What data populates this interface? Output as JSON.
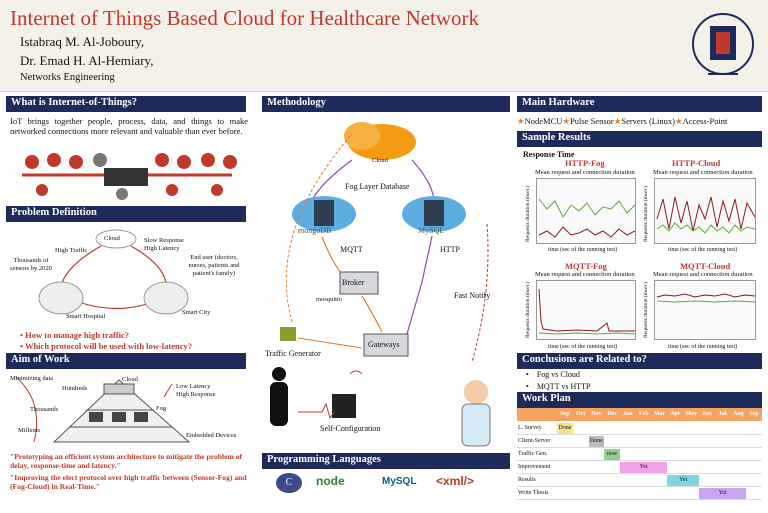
{
  "header": {
    "title": "Internet of Things Based Cloud for Healthcare Network",
    "authors": [
      "Istabraq M. Al-Joboury,",
      "Dr. Emad H. Al-Hemiary,"
    ],
    "department": "Networks Engineering"
  },
  "sections": {
    "iot": {
      "heading": "What is Internet-of-Things?",
      "body": "IoT brings together people, process, data, and things to make networked connections more relevant and valuable than ever before."
    },
    "problem": {
      "heading": "Problem Definition",
      "labels": {
        "cloud": "Cloud",
        "slow": "Slow Response",
        "high_latency": "High Latency",
        "high_traffic": "High Traffic",
        "sensors": "Thousands of sensors by 2020",
        "end_user": "End user (doctors, nurses, patients and patient's family)",
        "smart_hospital": "Smart Hospital",
        "smart_city": "Smart City"
      },
      "questions": [
        "How to manage high traffic?",
        "Which protocol will be used with low-latency?"
      ]
    },
    "aim": {
      "heading": "Aim of  Work",
      "labels": {
        "minimizing": "Minimizing data",
        "hundreds": "Hundreds",
        "thousands": "Thousands",
        "millions": "Millions",
        "cloud": "Cloud",
        "low_latency": "Low Latency",
        "high_response": "High Response",
        "fog": "Fog",
        "embedded": "Embedded Devices"
      },
      "quote1": "\"Prototyping an efficient system architecture to mitigate the problem of delay, response-time and latency.\"",
      "quote2": "\"Improving the elect protocol over high traffic between (Sensor-Fog) and (Fog-Cloud) in Real-Time.\""
    },
    "methodology": {
      "heading": "Methodology",
      "labels": {
        "cloud": "Cloud",
        "fog_db": "Fog Layer Database",
        "mongo": "mongoDB",
        "mysql": "MySQL",
        "mqtt": "MQTT",
        "http": "HTTP",
        "broker": "Broker",
        "mosquitto": "mosquitto",
        "fast_notify": "Fast Notify",
        "gateways": "Gateways",
        "traffic_gen": "Traffic Generator",
        "self_config": "Self-Configuration"
      }
    },
    "languages": {
      "heading": "Programming Languages",
      "items": [
        "C",
        "node",
        "MySQL",
        "<xml/>"
      ]
    },
    "hardware": {
      "heading": "Main Hardware",
      "items": [
        "NodeMCU",
        "Pulse Sensor",
        "Servers (Linux)",
        "Access-Point"
      ]
    },
    "results": {
      "heading": "Sample Results",
      "subheading": "Response Time",
      "charts": [
        {
          "title": "HTTP-Fog",
          "subtitle": "Mean request and connection duration",
          "ylabel": "Requests duration (msec)",
          "xlabel": "time (sec of the running test)"
        },
        {
          "title": "HTTP-Cloud",
          "subtitle": "Mean request and connection duration",
          "ylabel": "Requests duration (msec)",
          "xlabel": "time (sec of the running test)"
        },
        {
          "title": "MQTT-Fog",
          "subtitle": "Mean request and connection duration",
          "ylabel": "Requests duration (msec)",
          "xlabel": "time (sec of the running test)"
        },
        {
          "title": "MQTT-Cloud",
          "subtitle": "Mean request and connection duration",
          "ylabel": "Requests duration (msec)",
          "xlabel": "time (sec of the running test)"
        }
      ]
    },
    "conclusions": {
      "heading": "Conclusions are Related to?",
      "items": [
        "Fog vs Cloud",
        "MQTT vs HTTP"
      ]
    },
    "workplan": {
      "heading": "Work Plan",
      "months": [
        "Sep",
        "Oct",
        "Nov",
        "Dec",
        "Jan",
        "Feb",
        "Mar",
        "Apr",
        "May",
        "Jun",
        "Jul",
        "Aug",
        "Sep"
      ],
      "tasks": [
        {
          "name": "L. Survey",
          "status": "Done",
          "color": "#f7e08a"
        },
        {
          "name": "Client-Server",
          "status": "Done",
          "color": "#bdbdbd"
        },
        {
          "name": "Traffic Gen.",
          "status": "now",
          "color": "#8fd18f"
        },
        {
          "name": "Improvement",
          "status": "Yet",
          "color": "#f5a3e8"
        },
        {
          "name": "Results",
          "status": "Yet",
          "color": "#7fd6e0"
        },
        {
          "name": "Write Thesis",
          "status": "Yet",
          "color": "#c7a5f0"
        }
      ],
      "colors": {
        "header": "#f4a460"
      }
    }
  },
  "colors": {
    "accent_red": "#c0392b",
    "section_header": "#1d2a5a"
  }
}
